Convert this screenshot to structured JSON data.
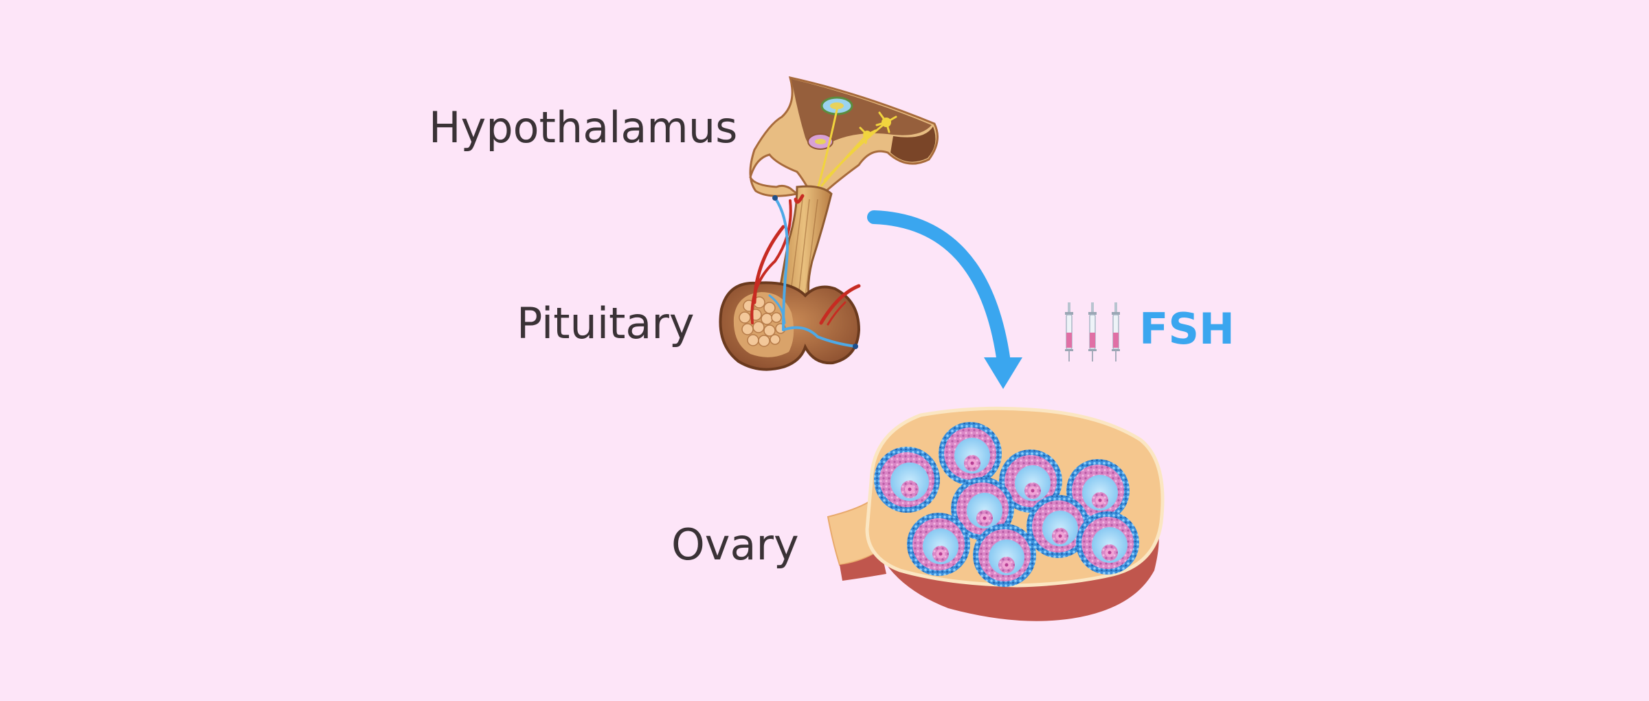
{
  "labels": {
    "hypothalamus": "Hypothalamus",
    "pituitary": "Pituitary",
    "ovary": "Ovary",
    "hormone": "FSH"
  },
  "colors": {
    "background": "#fde5f8",
    "text": "#3a3236",
    "arrow": "#3aa6ef",
    "hormone_text": "#3aa6ef",
    "tissue_light": "#e8bd82",
    "tissue_dark": "#7a4528",
    "ovary_stroma": "#f5c78e",
    "ovary_rim": "#c0564d",
    "follicle_blue": "#9fd6f6",
    "follicle_pink": "#e27fbf",
    "vein": "#4ea9e6",
    "artery": "#c72b22"
  },
  "icons": {
    "syringes": [
      "syringe-icon",
      "syringe-icon",
      "syringe-icon"
    ]
  }
}
